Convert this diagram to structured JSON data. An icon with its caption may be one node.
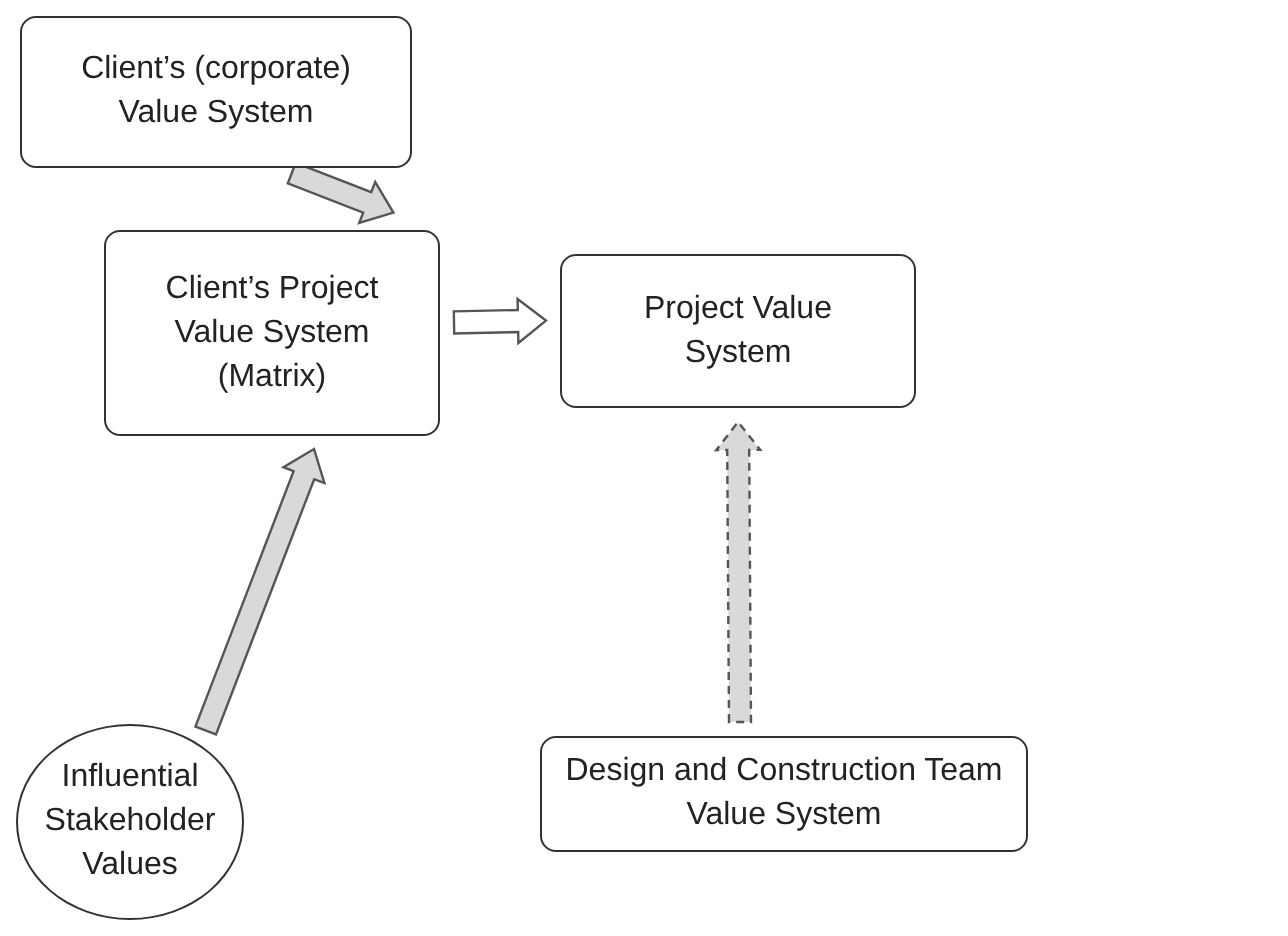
{
  "diagram": {
    "nodes": [
      {
        "text": [
          "Client’s (corporate) Value System"
        ]
      },
      {
        "text": [
          "Client’s Project Value System (Matrix)"
        ]
      },
      {
        "text": [
          "Project Value System"
        ]
      },
      {
        "text": [
          "Influential Stakeholder Values"
        ]
      },
      {
        "text": [
          "Design and Construction Team Value System"
        ]
      }
    ],
    "edges": [
      {
        "from": 0,
        "to": 1,
        "arrow": "to"
      },
      {
        "from": 1,
        "to": 2,
        "arrow": "to",
        "color": "#ffffff"
      },
      {
        "from": 3,
        "to": 1,
        "arrow": "to"
      },
      {
        "from": 4,
        "to": 2,
        "arrow": "to",
        "style": "dashed"
      }
    ]
  }
}
